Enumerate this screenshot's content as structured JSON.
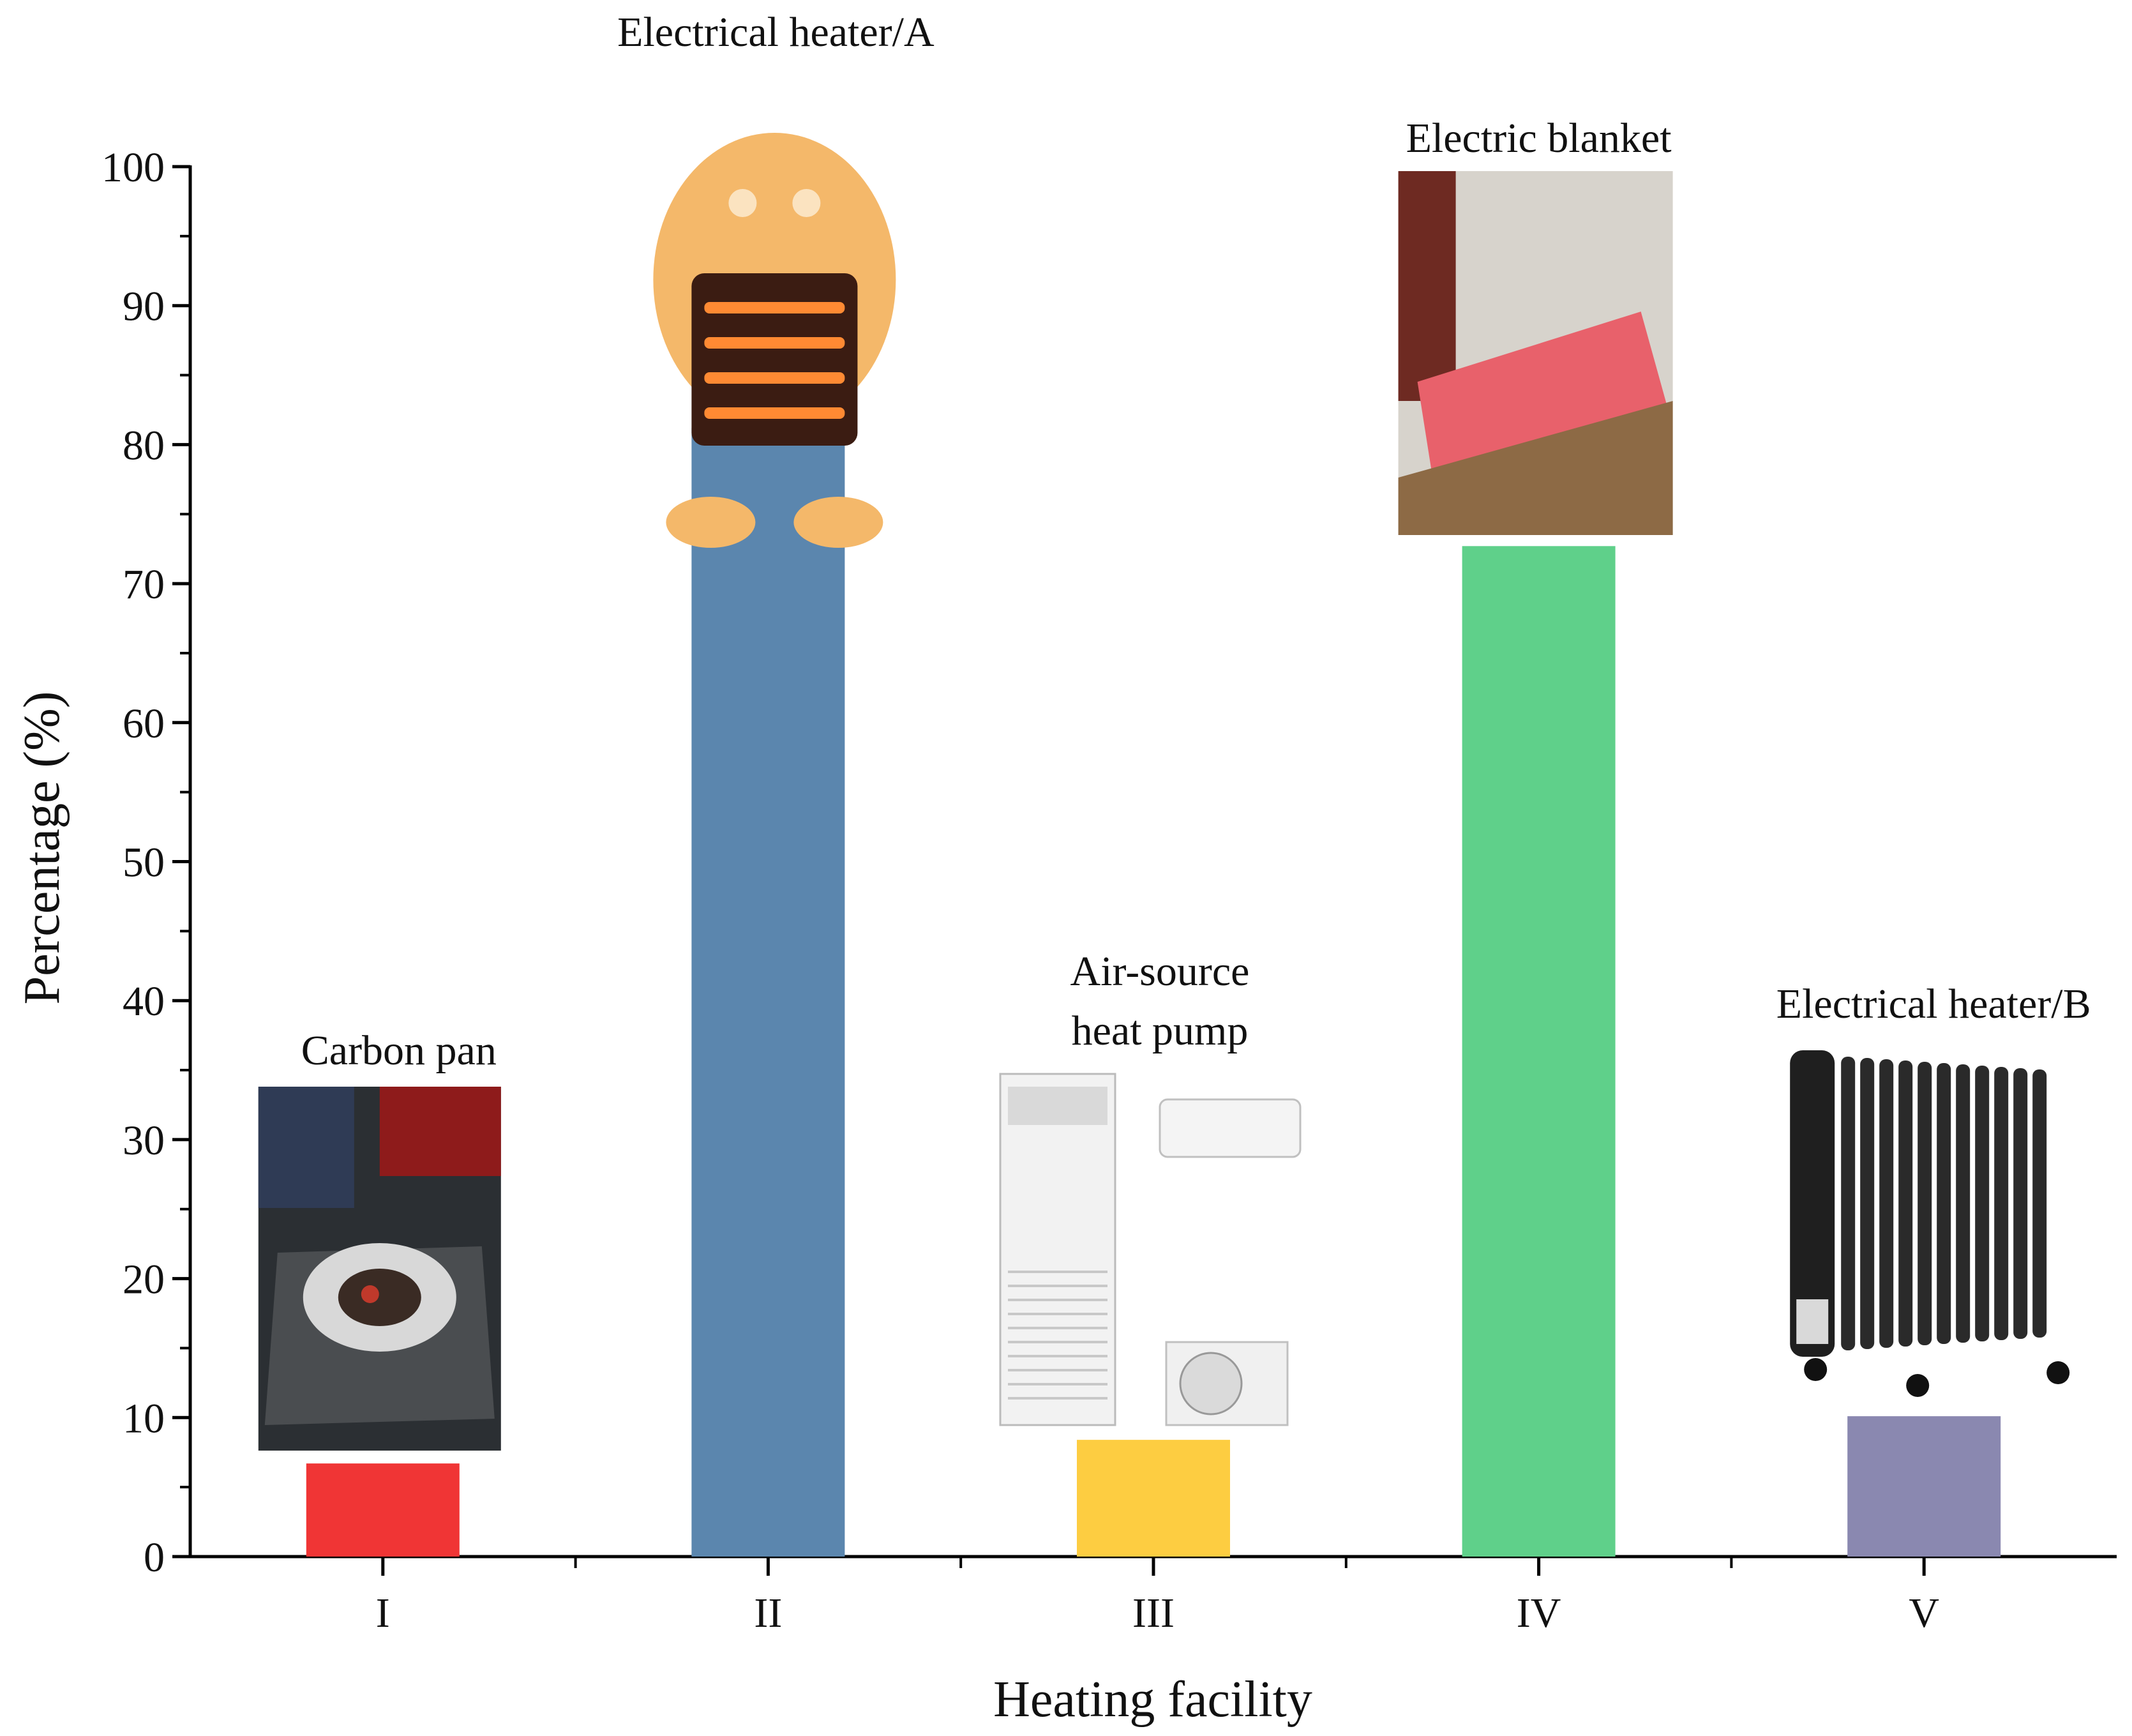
{
  "chart_data": {
    "type": "bar",
    "title": "",
    "xlabel": "Heating facility",
    "ylabel": "Percentage (%)",
    "ylim": [
      0,
      100
    ],
    "y_major_ticks": [
      0,
      10,
      20,
      30,
      40,
      50,
      60,
      70,
      80,
      90,
      100
    ],
    "y_minor_step": 5,
    "grid": false,
    "categories": [
      "I",
      "II",
      "III",
      "IV",
      "V"
    ],
    "values": [
      6.7,
      81.2,
      8.4,
      72.7,
      10.1
    ],
    "bar_colors": [
      "#f03535",
      "#5b86ae",
      "#fdcd41",
      "#5fd08a",
      "#8a88b0"
    ],
    "annotations": [
      {
        "category": "I",
        "lines": [
          "Carbon pan"
        ],
        "picture": "charcoal-brazier-photo"
      },
      {
        "category": "II",
        "lines": [
          "Electrical heater/A"
        ],
        "picture": "quartz-heater-photo"
      },
      {
        "category": "III",
        "lines": [
          "Air-source",
          "heat pump"
        ],
        "picture": "air-source-heat-pump-photo"
      },
      {
        "category": "IV",
        "lines": [
          "Electric blanket"
        ],
        "picture": "electric-blanket-photo"
      },
      {
        "category": "V",
        "lines": [
          "Electrical heater/B"
        ],
        "picture": "oil-radiator-heater-photo"
      }
    ]
  }
}
